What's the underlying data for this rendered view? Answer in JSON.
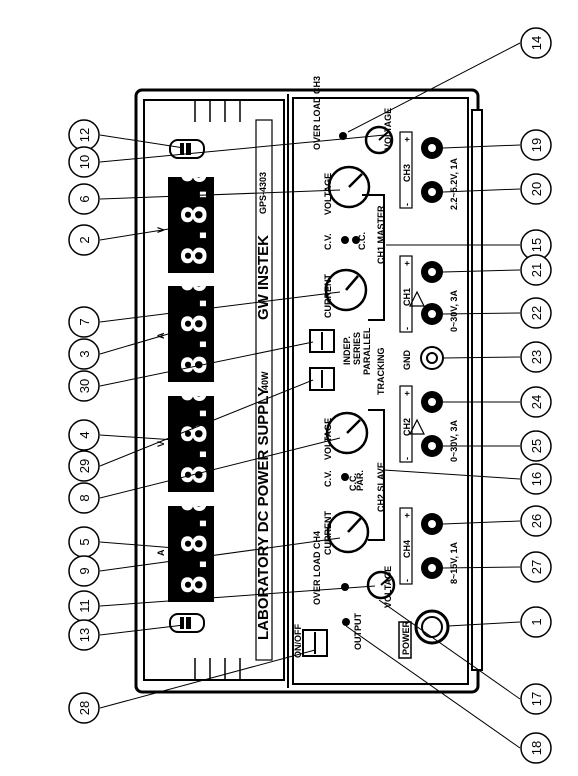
{
  "callouts": [
    "1",
    "2",
    "3",
    "4",
    "5",
    "6",
    "7",
    "8",
    "9",
    "10",
    "11",
    "12",
    "13",
    "14",
    "15",
    "16",
    "17",
    "18",
    "19",
    "20",
    "21",
    "22",
    "23",
    "24",
    "25",
    "26",
    "27",
    "28",
    "29",
    "30"
  ],
  "title": "LABORATORY DC POWER SUPPLY",
  "wattage": "40W",
  "brand": "GW INSTEK",
  "model": "GPS-4303",
  "display_digits": [
    "8.8.8",
    "8.8.8",
    "8.8.8",
    "8.8.8"
  ],
  "display_units": [
    "V",
    "A",
    "V",
    "A"
  ],
  "labels": {
    "voltage": "VOLTAGE",
    "current": "CURRENT",
    "cv": "C.V.",
    "cc": "C.C.",
    "par": "PAR.",
    "ch1_master": "CH1 MASTER",
    "ch2_slave": "CH2 SLAVE",
    "tracking": "TRACKING",
    "indep": "INDEP.",
    "series": "SERIES",
    "parallel": "PARALLEL",
    "overload_ch3": "OVER LOAD CH3",
    "overload_ch4": "OVER LOAD CH4",
    "gnd": "GND",
    "power": "POWER",
    "output": "OUTPUT",
    "on_off": "ON/OFF",
    "ch3": "CH3",
    "ch1": "CH1",
    "ch2": "CH2",
    "ch4": "CH4",
    "plus": "+",
    "minus": "-",
    "rating_ch3": "2.2~5.2V, 1A",
    "rating_ch1": "0~30V, 3A",
    "rating_ch2": "0~30V, 3A",
    "rating_ch4": "8~15V, 1A"
  }
}
